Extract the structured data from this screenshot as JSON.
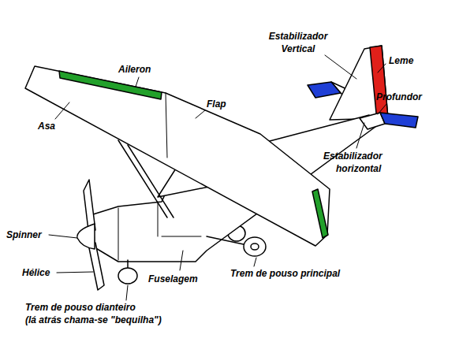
{
  "diagram": {
    "labels": [
      "Estabilizador Vertical",
      "Leme",
      "Profundor",
      "Estabilizador horizontal",
      "Aileron",
      "Flap",
      "Asa",
      "Spinner",
      "Hélice",
      "Fuselagem",
      "Trem de pouso principal",
      "Trem de pouso dianteiro (lá atrás chama-se \"bequilha\")"
    ]
  }
}
